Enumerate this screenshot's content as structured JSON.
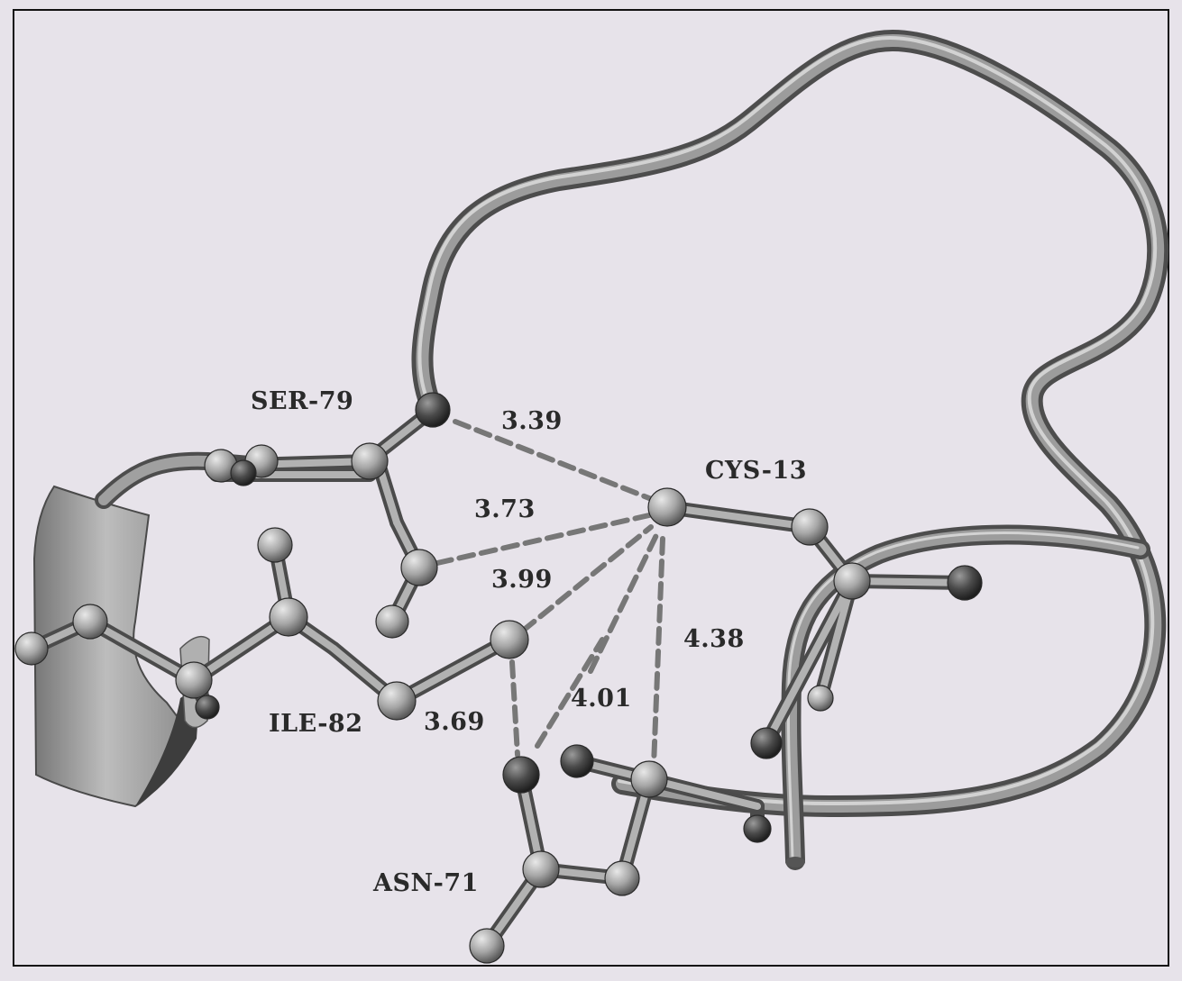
{
  "residues": {
    "ser79": "SER-79",
    "cys13": "CYS-13",
    "ile82": "ILE-82",
    "asn71": "ASN-71"
  },
  "distances": {
    "d1": "3.39",
    "d2": "3.73",
    "d3": "3.99",
    "d4": "4.38",
    "d5": "4.01",
    "d6": "3.69"
  },
  "colors": {
    "background": "#e7e3ea",
    "backbone": "#8e8e8e",
    "atom": "#9a9a9a",
    "dark_atom": "#3c3c3c",
    "hbond": "#7a7a7a"
  }
}
